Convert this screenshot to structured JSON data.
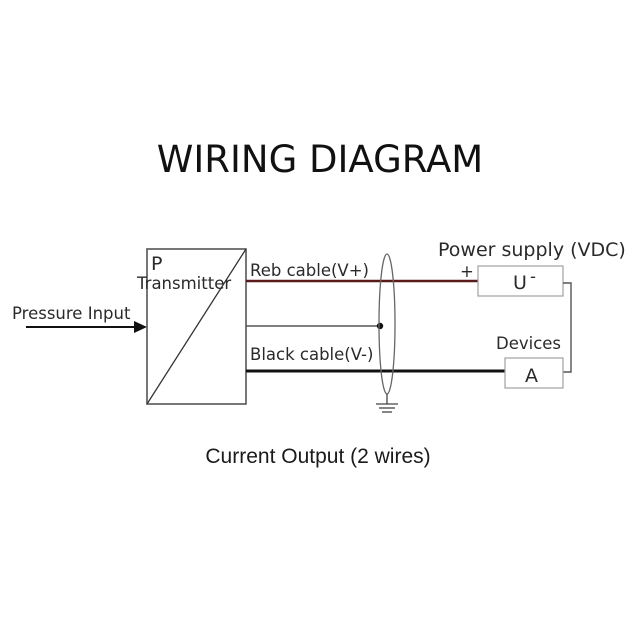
{
  "diagram": {
    "title": "WIRING DIAGRAM",
    "caption": "Current Output (2 wires)",
    "input": {
      "label": "Pressure Input"
    },
    "transmitter": {
      "symbol": "P",
      "label": "Transmitter"
    },
    "wires": {
      "positive": {
        "label": "Reb cable(V+)",
        "color": "#5a1a1a"
      },
      "shield": {
        "label": ""
      },
      "negative": {
        "label": "Black cable(V-)",
        "color": "#111111"
      }
    },
    "power_supply": {
      "label": "Power supply (VDC)",
      "plus_sign": "+",
      "box_text": "U",
      "minus_sign": "-"
    },
    "devices": {
      "label": "Devices",
      "box_text": "A"
    },
    "ground": {
      "icon": "ground-icon"
    },
    "colors": {
      "line": "#555555",
      "box_border": "#9a9a9a"
    }
  }
}
